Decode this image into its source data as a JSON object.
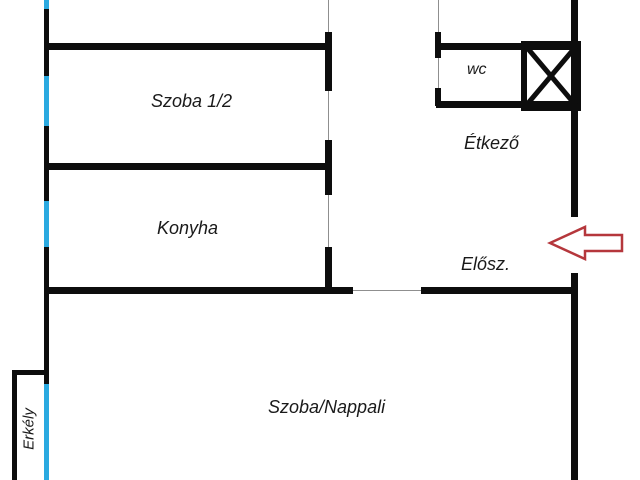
{
  "page": {
    "type": "apartment-floor-plan"
  },
  "labels": {
    "szoba12": "Szoba 1/2",
    "konyha": "Konyha",
    "wc": "wc",
    "etkezo": "Étkező",
    "elosz": "Elősz.",
    "nappali": "Szoba/Nappali",
    "erkely": "Erkély"
  },
  "colors": {
    "wall": "#0d0d0d",
    "window_line": "#2aa9e0",
    "entrance_arrow": "#b5373c",
    "text": "#1a1a1a",
    "thin_line": "#8f8f8f",
    "background": "#ffffff"
  },
  "icons": {
    "entrance_arrow": "left-arrow-outline",
    "shaft_box": "crossed-box"
  }
}
